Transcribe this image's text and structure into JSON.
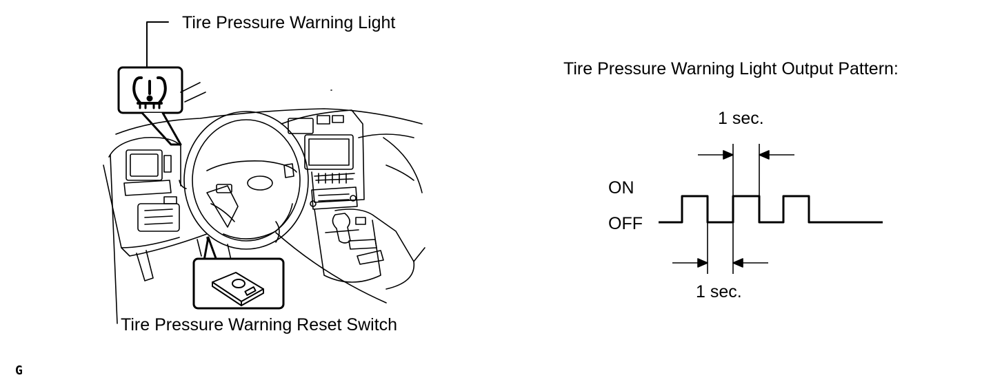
{
  "labels": {
    "warning_light": "Tire Pressure Warning Light",
    "reset_switch": "Tire Pressure Warning Reset Switch",
    "output_pattern": "Tire Pressure Warning Light Output Pattern:",
    "on": "ON",
    "off": "OFF",
    "interval_top": "1 sec.",
    "interval_bottom": "1 sec.",
    "corner_mark": "G"
  },
  "icons": {
    "warning_symbol": "tire-pressure-warning-icon",
    "reset_switch": "reset-switch-icon"
  },
  "colors": {
    "ink": "#000000",
    "background": "#ffffff"
  }
}
